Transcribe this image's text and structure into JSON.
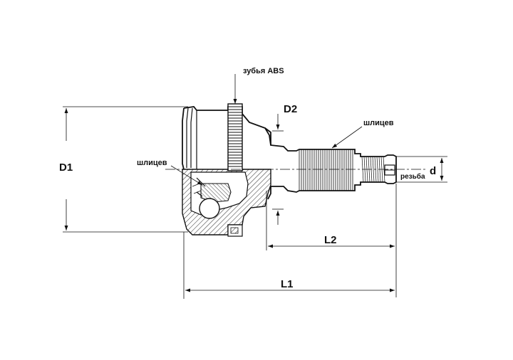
{
  "labels": {
    "abs_teeth": "зубья ABS",
    "splines_outer": "шлицев",
    "splines_inner": "шлицев",
    "thread": "резьба",
    "d1": "D1",
    "d2": "D2",
    "d": "d",
    "l1": "L1",
    "l2": "L2"
  }
}
